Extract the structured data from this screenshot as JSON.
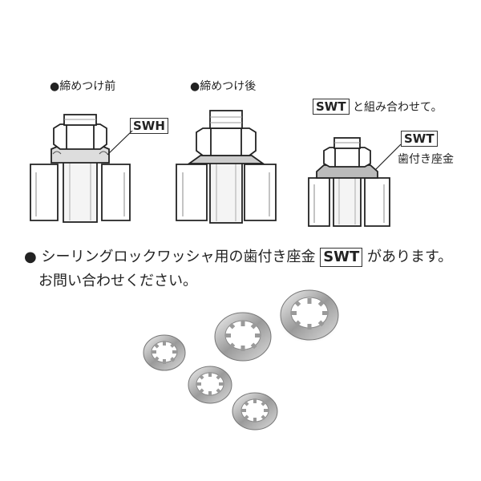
{
  "diagram": {
    "before_label": "●締めつけ前",
    "after_label": "●締めつけ後",
    "swh_label": "SWH",
    "swt_combo_box": "SWT",
    "swt_combo_text": "と組み合わせて。",
    "swt_box": "SWT",
    "swt_text": "歯付き座金"
  },
  "note": {
    "bullet": "●",
    "line1_a": "シーリングロックワッシャ用の歯付き座金",
    "line1_box": "SWT",
    "line1_b": "があります。",
    "line2": "お問い合わせください。"
  }
}
